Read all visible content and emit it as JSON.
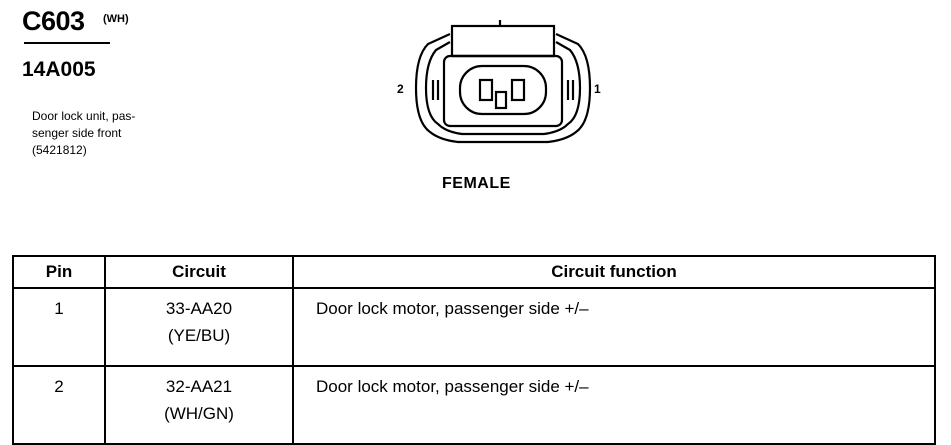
{
  "connector": {
    "id": "C603",
    "color": "(WH)",
    "part_number": "14A005",
    "description": [
      "Door lock unit, pas-",
      "senger side front",
      "(5421812)"
    ],
    "pin_left": "2",
    "pin_right": "1",
    "gender": "FEMALE"
  },
  "table": {
    "headers": [
      "Pin",
      "Circuit",
      "Circuit function"
    ],
    "rows": [
      {
        "pin": "1",
        "circuit": "33-AA20",
        "wire": "(YE/BU)",
        "function": "Door lock motor, passenger side +/–"
      },
      {
        "pin": "2",
        "circuit": "32-AA21",
        "wire": "(WH/GN)",
        "function": "Door lock motor, passenger side +/–"
      }
    ]
  }
}
